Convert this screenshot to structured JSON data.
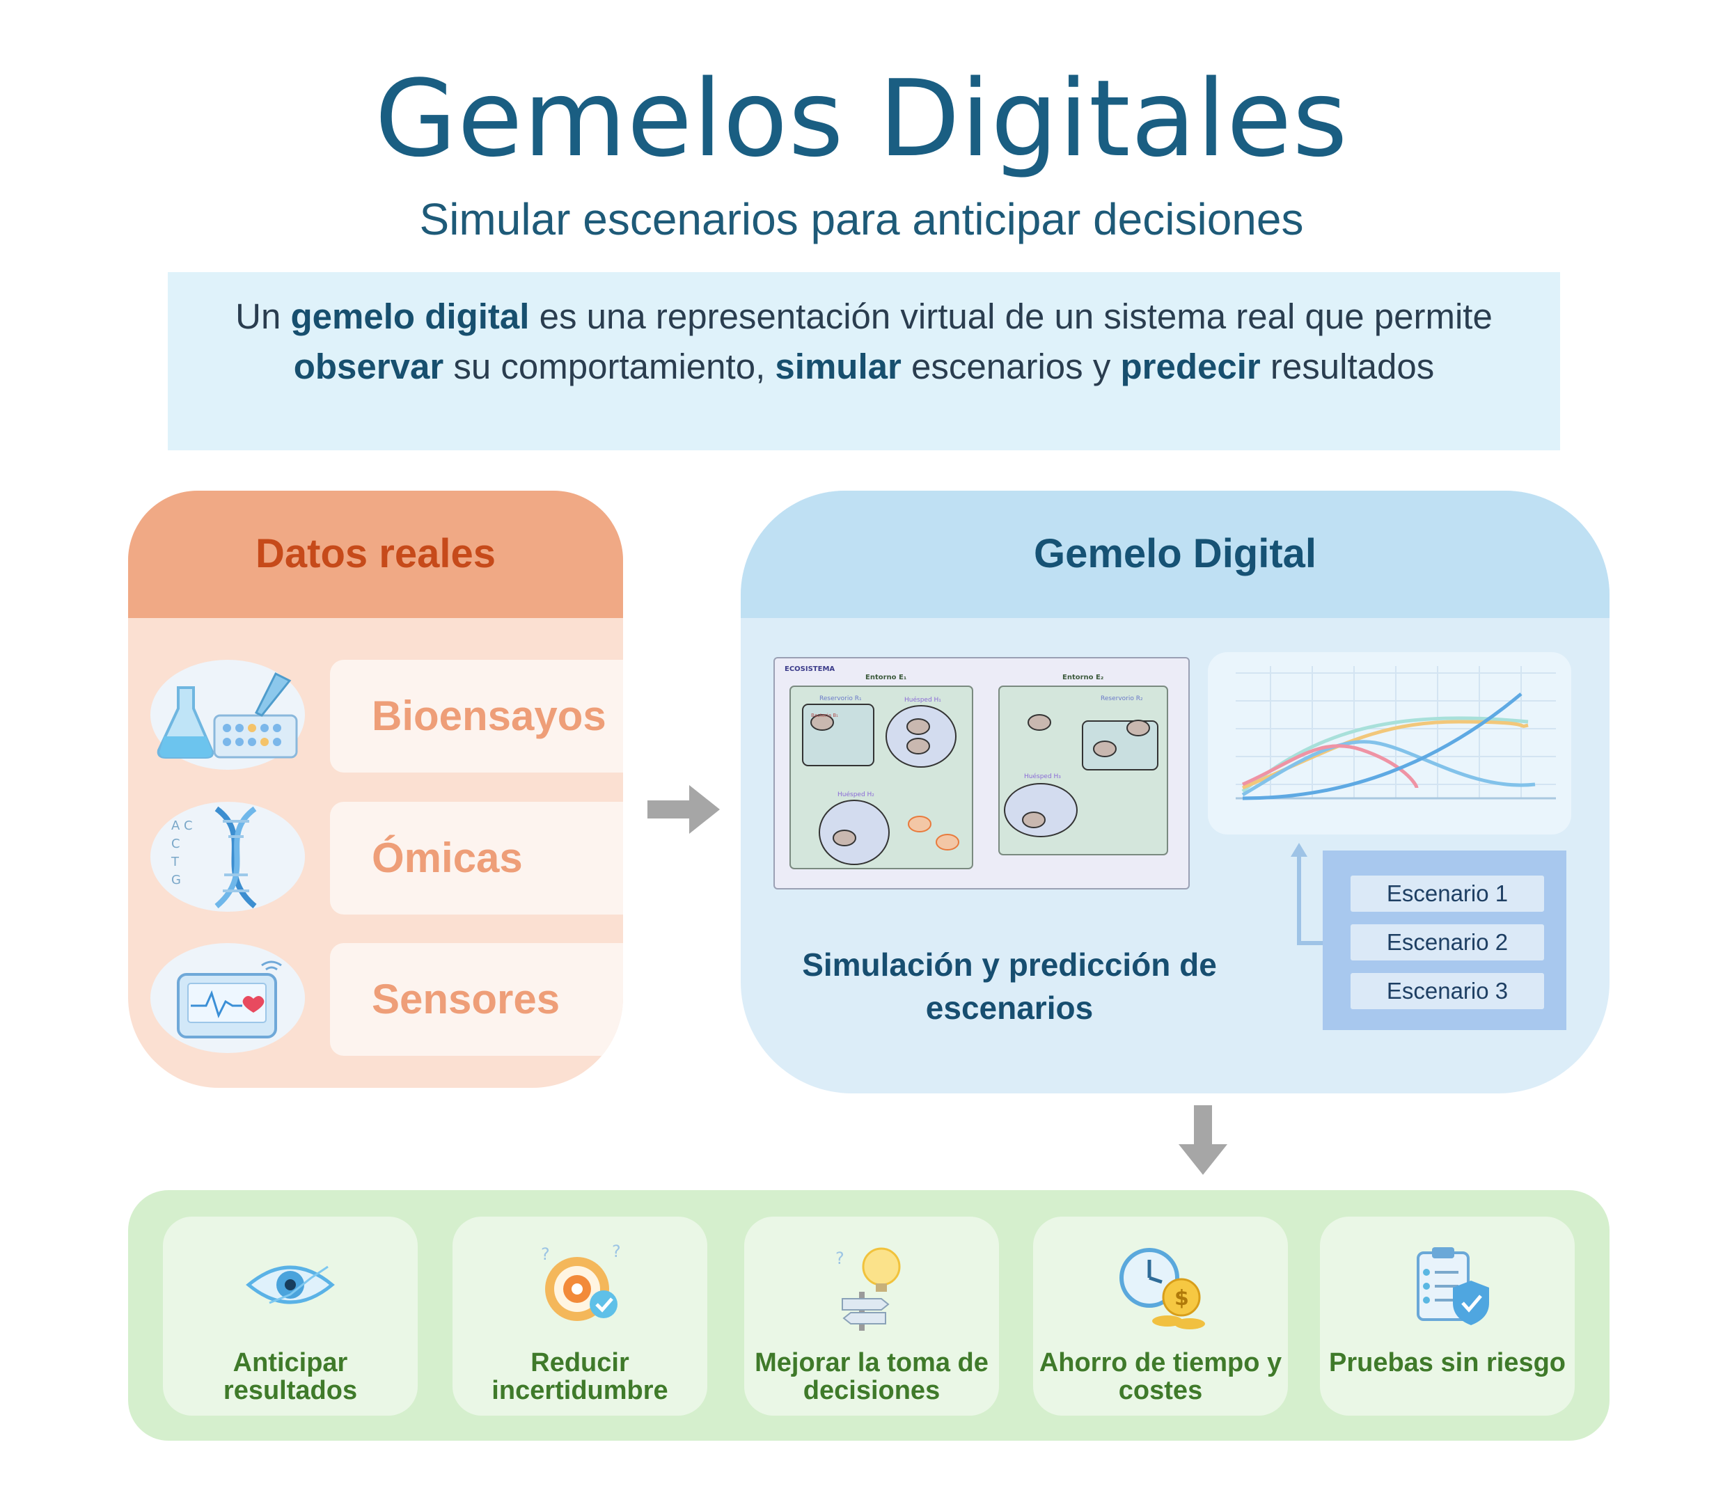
{
  "header": {
    "title": "Gemelos Digitales",
    "subtitle": "Simular escenarios para anticipar decisiones"
  },
  "definition": {
    "t1": "Un ",
    "b1": "gemelo digital",
    "t2": " es una representación virtual de un sistema real que permite ",
    "b2": "observar",
    "t3": " su comportamiento, ",
    "b3": "simular",
    "t4": " escenarios y ",
    "b4": "predecir",
    "t5": " resultados"
  },
  "real_data": {
    "title": "Datos reales",
    "sources": [
      {
        "label": "Bioensayos",
        "icon": "lab-flask-icon"
      },
      {
        "label": "Ómicas",
        "icon": "dna-icon"
      },
      {
        "label": "Sensores",
        "icon": "heart-monitor-icon"
      }
    ]
  },
  "digital_twin": {
    "title": "Gemelo Digital",
    "ecosystem": {
      "label": "ECOSISTEMA",
      "env1": "Entorno E₁",
      "env2": "Entorno E₂",
      "res1": "Reservorio R₁",
      "res2": "Reservorio R₂",
      "host1": "Huésped H₁",
      "host2": "Huésped H₂",
      "host3": "Huésped H₃",
      "bacteria": "Bacteria B₁"
    },
    "scenarios": [
      "Escenario 1",
      "Escenario 2",
      "Escenario 3"
    ],
    "simulation_label": "Simulación y predicción de escenarios",
    "colors": {
      "orange": "#f0a985",
      "blue": "#bfe0f3",
      "green": "#d5efcd"
    }
  },
  "benefits": [
    {
      "label": "Anticipar resultados",
      "icon": "eye-icon"
    },
    {
      "label": "Reducir incertidumbre",
      "icon": "target-icon"
    },
    {
      "label": "Mejorar la toma de decisiones",
      "icon": "lightbulb-signpost-icon"
    },
    {
      "label": "Ahorro de tiempo y costes",
      "icon": "clock-coins-icon"
    },
    {
      "label": "Pruebas sin riesgo",
      "icon": "clipboard-shield-icon"
    }
  ]
}
